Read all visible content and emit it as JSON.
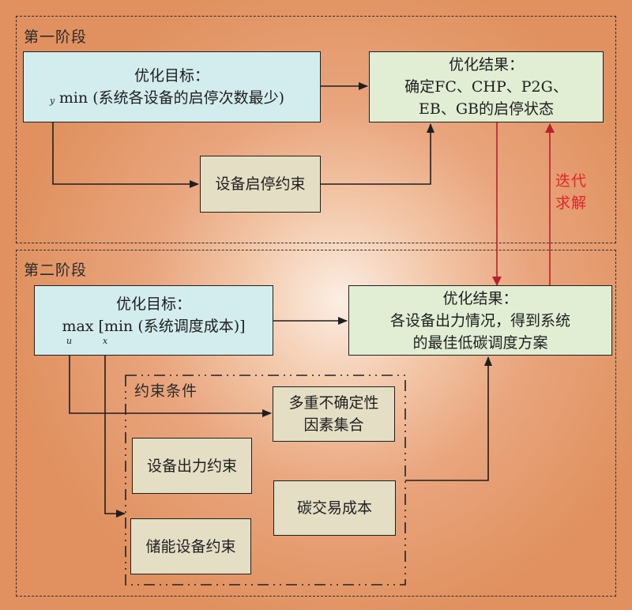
{
  "stage1": {
    "label": "第一阶段",
    "objective": {
      "title": "优化目标：",
      "text": "min (系统各设备的启停次数最少)",
      "var": "y"
    },
    "result": {
      "title": "优化结果：",
      "line1": "确定FC、CHP、P2G、",
      "line2": "EB、GB的启停状态"
    },
    "constraint": "设备启停约束"
  },
  "iteration_label": {
    "line1": "迭代",
    "line2": "求解"
  },
  "stage2": {
    "label": "第二阶段",
    "objective": {
      "title": "优化目标：",
      "text": "max [min (系统调度成本)]",
      "var_u": "u",
      "var_x": "x"
    },
    "result": {
      "title": "优化结果：",
      "line1": "各设备出力情况，得到系统",
      "line2": "的最佳低碳调度方案"
    },
    "constraints_group": {
      "label": "约束条件",
      "items": [
        "多重不确定性因素集合",
        "设备出力约束",
        "碳交易成本",
        "储能设备约束"
      ],
      "uncertainty_line1": "多重不确定性",
      "uncertainty_line2": "因素集合"
    }
  },
  "colors": {
    "objective_box": "#d3ecee",
    "result_box": "#e2eed4",
    "constraint_box": "#e4dec4",
    "iteration_arrow": "#b5222b",
    "iteration_text": "#e0262a"
  }
}
